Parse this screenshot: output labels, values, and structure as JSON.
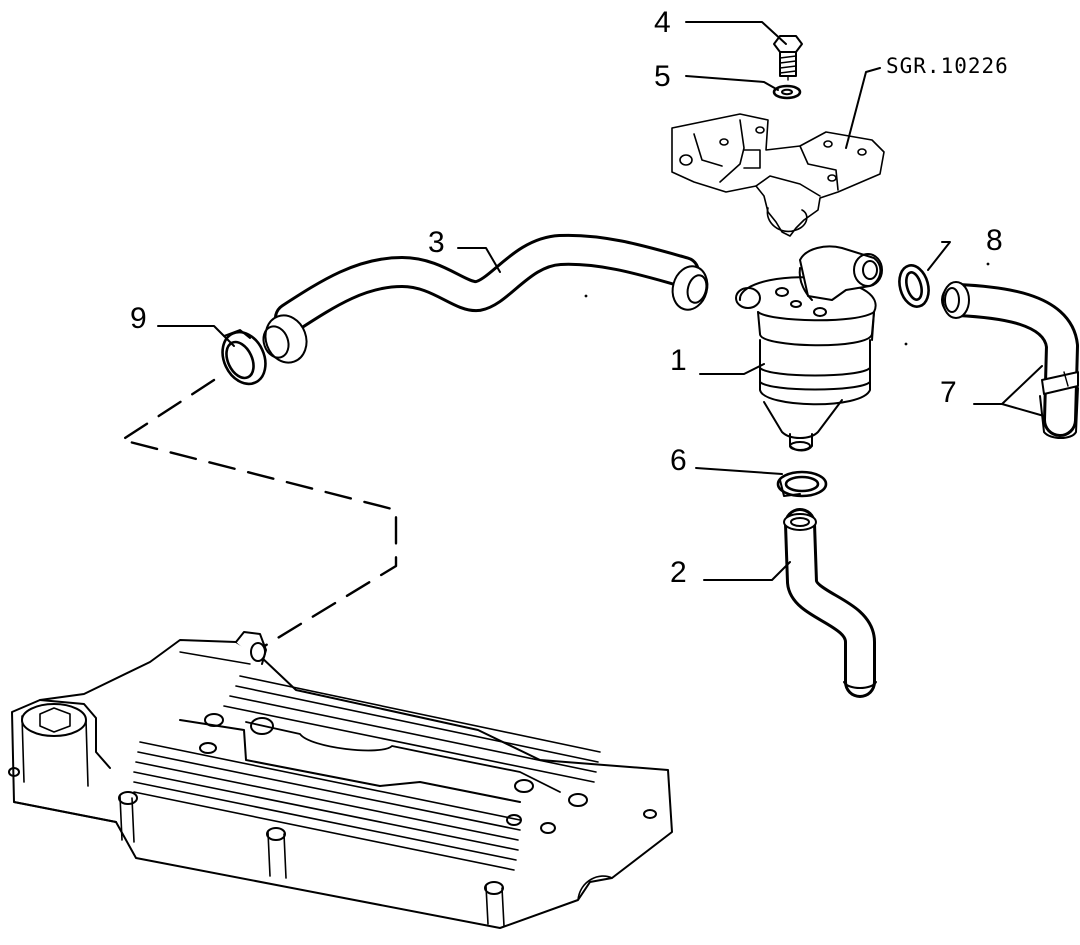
{
  "diagram": {
    "reference_code": "SGR.10226",
    "callouts": [
      "1",
      "2",
      "3",
      "4",
      "5",
      "6",
      "7",
      "8",
      "9"
    ]
  }
}
